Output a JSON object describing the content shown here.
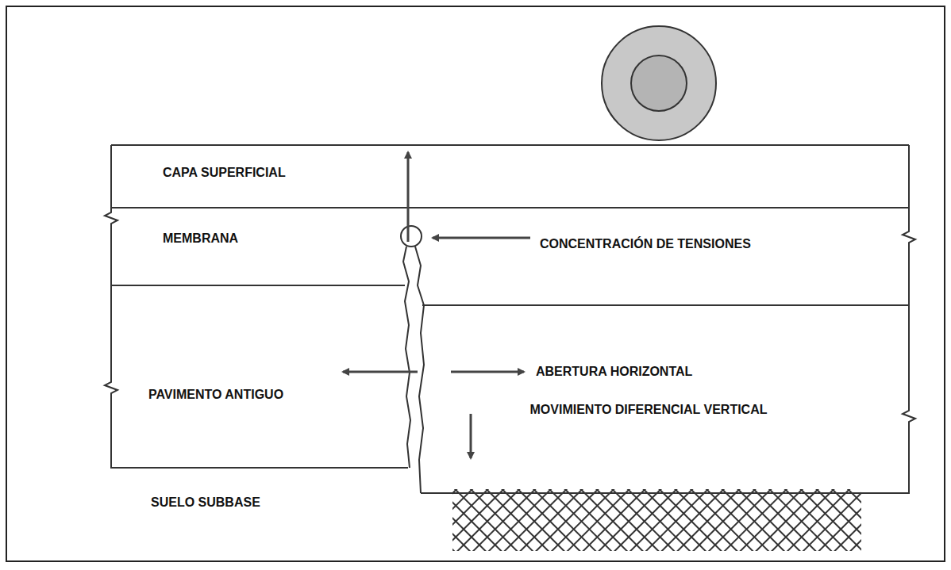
{
  "diagram": {
    "nodes": [
      {
        "text": [
          "CAPA SUPERFICIAL"
        ]
      },
      {
        "text": [
          "MEMBRANA"
        ]
      },
      {
        "text": [
          "PAVIMENTO ANTIGUO"
        ]
      }
    ],
    "labels": [
      "CONCENTRACIÓN DE TENSIONES",
      "ABERTURA HORIZONTAL",
      "MOVIMIENTO DIFERENCIAL VERTICAL",
      "SUELO SUBBASE"
    ]
  }
}
